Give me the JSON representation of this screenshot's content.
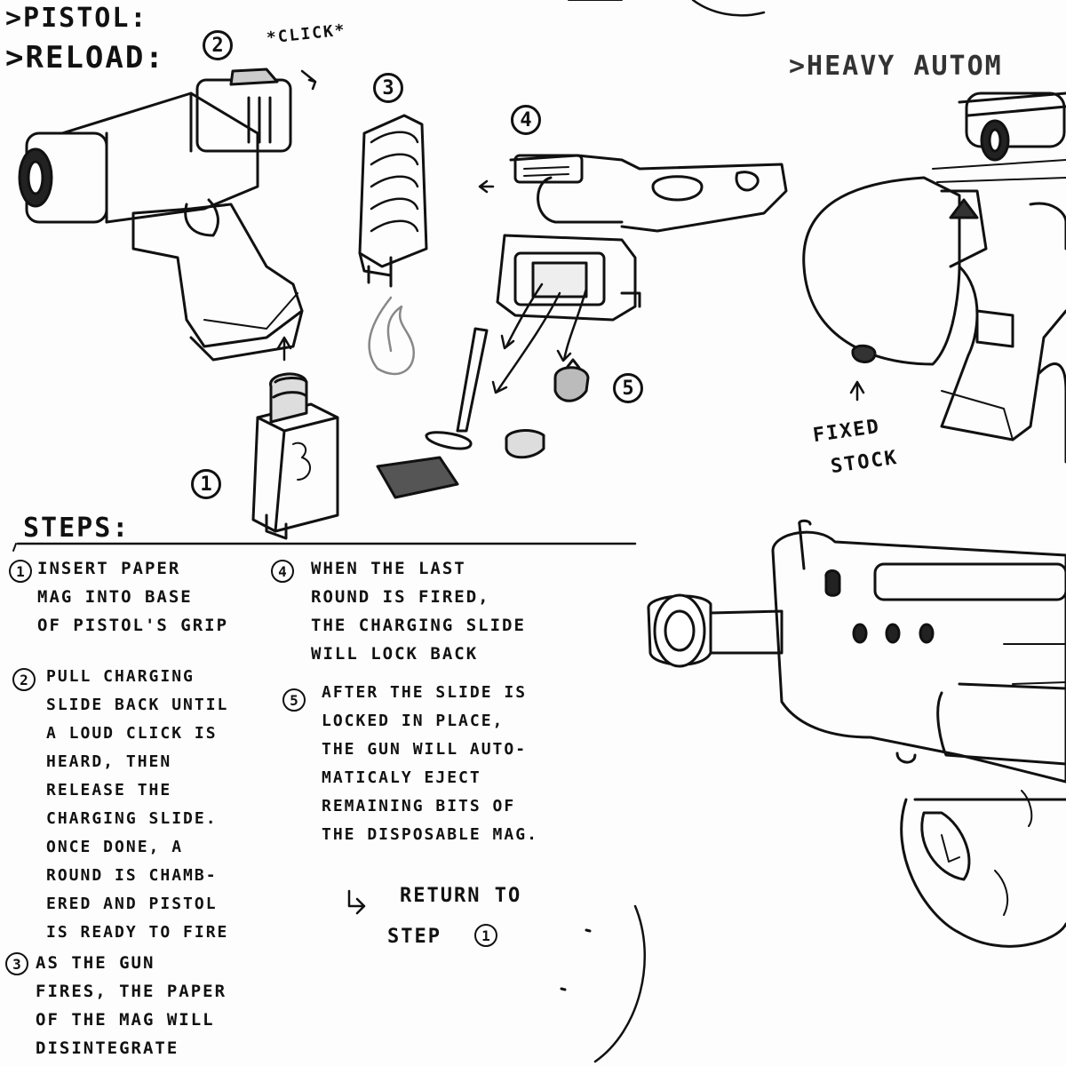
{
  "header": {
    "pistol": ">PISTOL:",
    "reload": ">RELOAD:",
    "heavy": ">HEAVY AUTOM",
    "click": "*CLICK*"
  },
  "markers": [
    "1",
    "2",
    "3",
    "4",
    "5"
  ],
  "labels": {
    "fixed_stock_1": "FIXED",
    "fixed_stock_2": "STOCK"
  },
  "steps_title": "STEPS:",
  "steps": [
    {
      "num": "1",
      "lines": [
        "INSERT PAPER",
        "MAG INTO BASE",
        "OF PISTOL'S GRIP"
      ]
    },
    {
      "num": "2",
      "lines": [
        "PULL CHARGING",
        "SLIDE BACK UNTIL",
        "A LOUD CLICK IS",
        "HEARD, THEN",
        "RELEASE THE",
        "CHARGING SLIDE.",
        "ONCE DONE, A",
        "ROUND IS CHAMB-",
        "ERED AND PISTOL",
        "IS READY TO FIRE"
      ]
    },
    {
      "num": "3",
      "lines": [
        "AS THE GUN",
        "FIRES, THE PAPER",
        "OF THE MAG WILL",
        "DISINTEGRATE"
      ]
    },
    {
      "num": "4",
      "lines": [
        "WHEN THE LAST",
        "ROUND IS FIRED,",
        "THE CHARGING SLIDE",
        "WILL LOCK BACK"
      ]
    },
    {
      "num": "5",
      "lines": [
        "AFTER THE SLIDE IS",
        "LOCKED IN PLACE,",
        "THE GUN WILL AUTO-",
        "MATICALY EJECT",
        "REMAINING BITS OF",
        "THE DISPOSABLE MAG."
      ]
    }
  ],
  "return_note": {
    "line1": "RETURN TO",
    "line2": "STEP",
    "step": "1"
  }
}
